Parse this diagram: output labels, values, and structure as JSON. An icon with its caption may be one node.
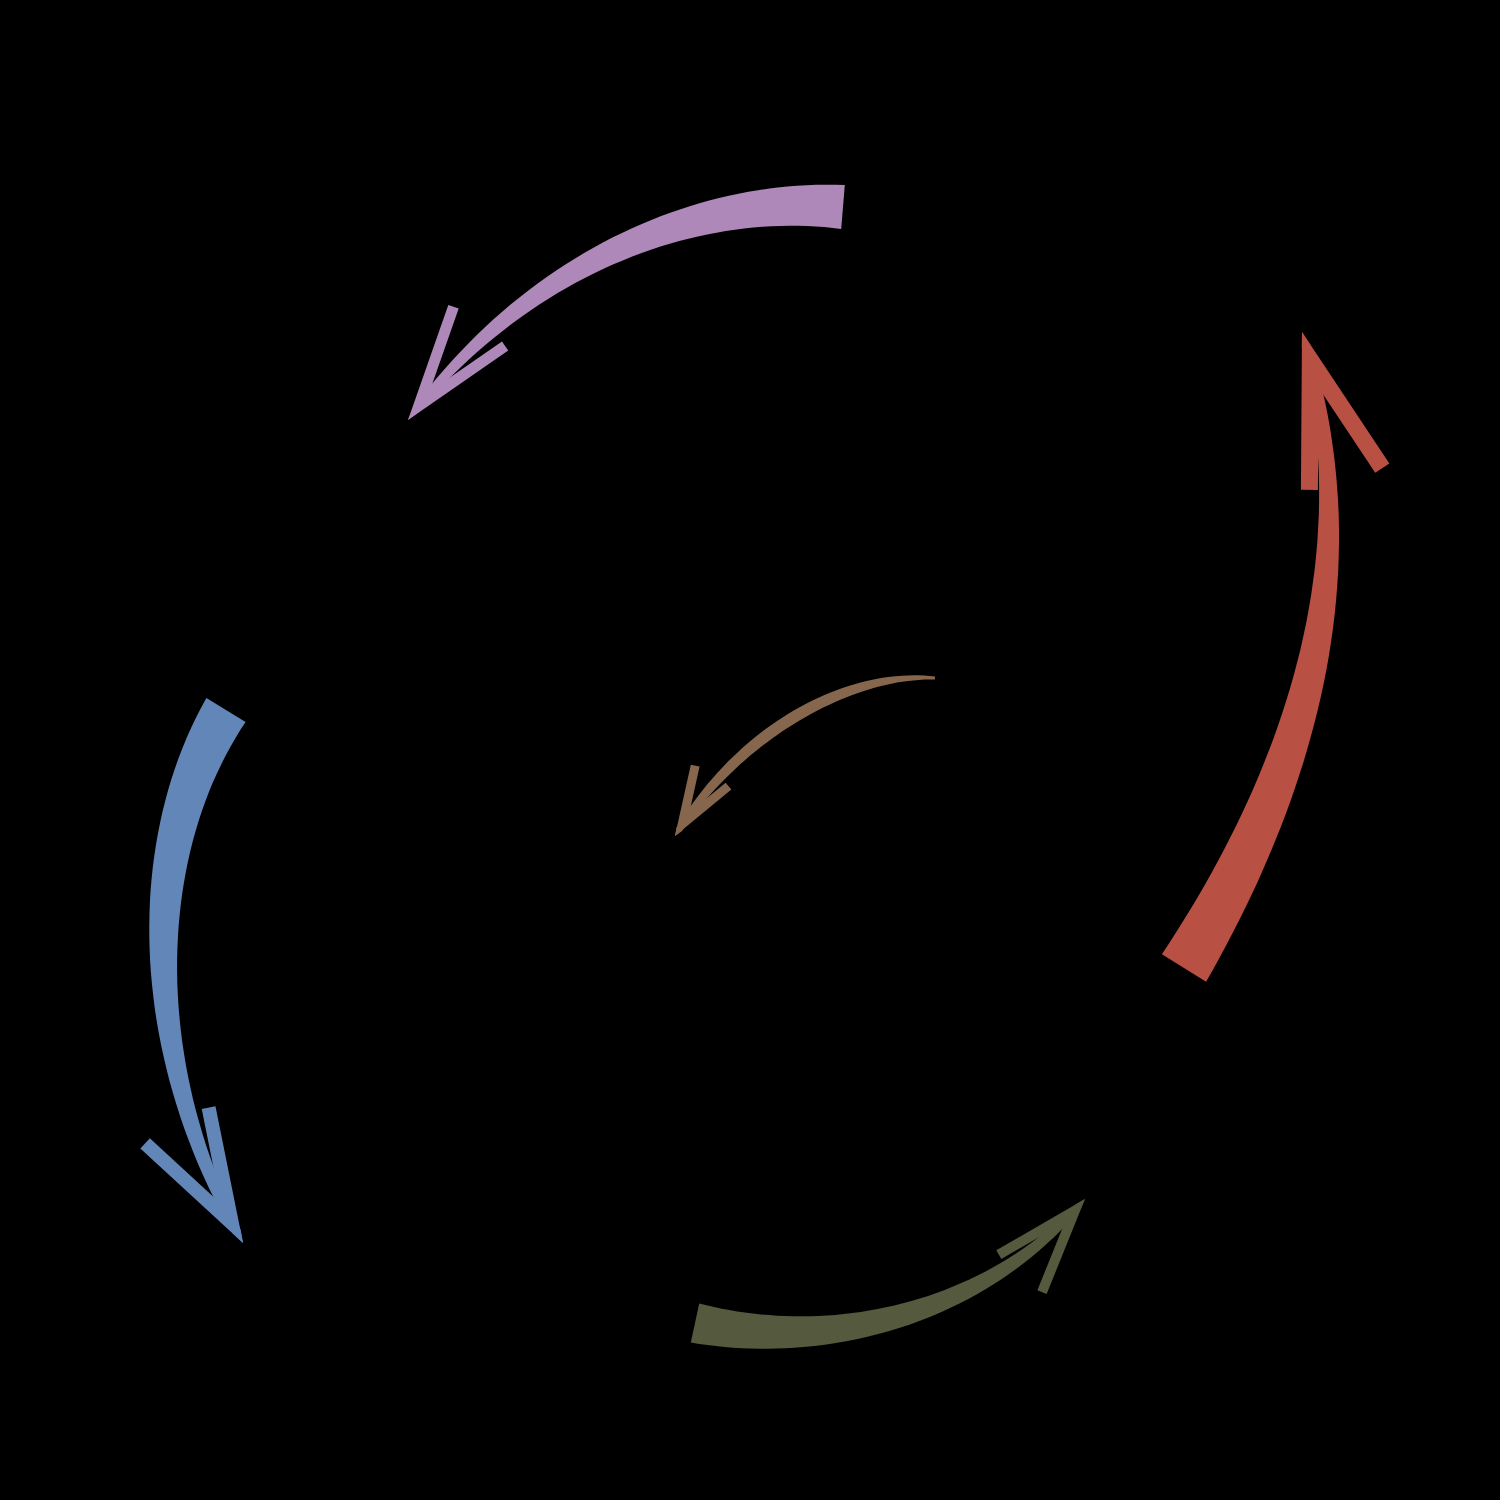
{
  "diagram": {
    "nodes": [
      {
        "text": [],
        "shape": "arrow"
      },
      {
        "text": [],
        "shape": "arrow"
      },
      {
        "text": [],
        "shape": "arrow"
      },
      {
        "text": [],
        "shape": "arrow"
      },
      {
        "text": [],
        "shape": "arrow"
      }
    ]
  }
}
